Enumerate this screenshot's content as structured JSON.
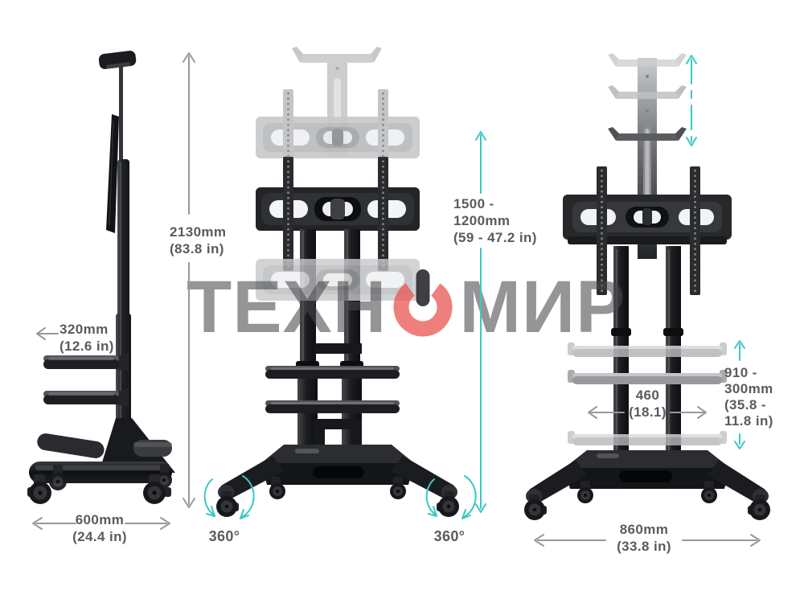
{
  "watermark": {
    "prefix": "ТЕХН",
    "suffix": "МИР",
    "full_text": "ТЕХНОМИР"
  },
  "colors": {
    "accent_teal": "#3cc7c4",
    "dimension_gray": "#97999b",
    "label_text": "#5a5b5e",
    "watermark_gray": "#8f9092",
    "watermark_red": "#ee7a77",
    "product_dark": "#1b1c1f",
    "ghost_gray": "#c7c9cb"
  },
  "side_view": {
    "depth": {
      "value": "320mm",
      "inches": "(12.6 in)"
    },
    "height": {
      "value": "2130mm",
      "inches": "(83.8 in)"
    },
    "base_depth": {
      "value": "600mm",
      "inches": "(24.4 in)"
    }
  },
  "front_view": {
    "tv_height_range": {
      "line1": "1500 -",
      "line2": "1200mm",
      "line3": "(59 - 47.2 in)"
    },
    "caster_swivel_left": "360°",
    "caster_swivel_right": "360°"
  },
  "adjust_view": {
    "shelf_width": {
      "value": "460",
      "inches": "(18.1)"
    },
    "shelf_height_range": {
      "line1": "910 -",
      "line2": "300mm",
      "line3": "(35.8 -",
      "line4": "11.8 in)"
    },
    "base_width": {
      "value": "860mm",
      "inches": "(33.8 in)"
    }
  }
}
